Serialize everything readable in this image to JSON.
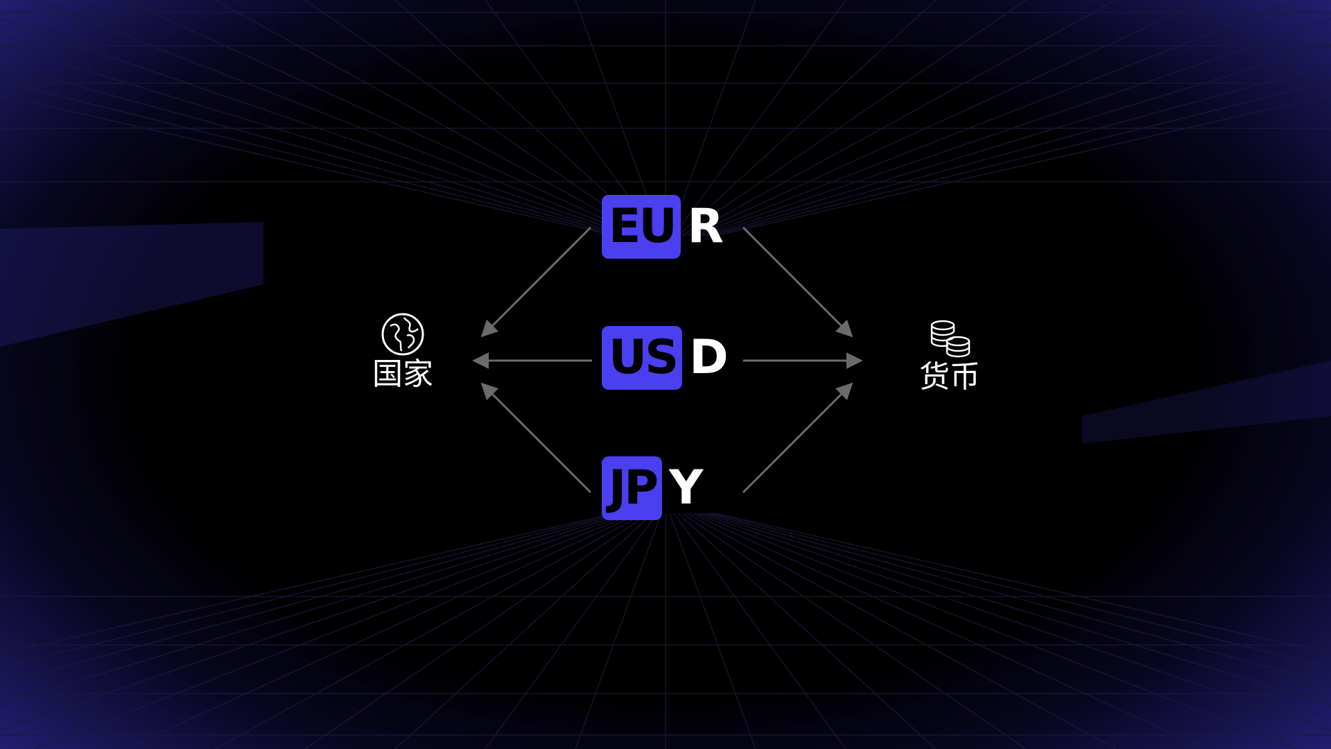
{
  "diagram": {
    "left_node": {
      "label": "国家",
      "icon": "globe-icon"
    },
    "right_node": {
      "label": "货币",
      "icon": "coins-icon"
    },
    "currencies": [
      {
        "highlight": "EU",
        "rest": "R"
      },
      {
        "highlight": "US",
        "rest": "D"
      },
      {
        "highlight": "JP",
        "rest": "Y"
      }
    ],
    "colors": {
      "accent": "#4b3ff2",
      "text": "#ffffff",
      "arrow": "#6b6b6b",
      "background": "#000000",
      "vignette": "#2e288c"
    }
  }
}
